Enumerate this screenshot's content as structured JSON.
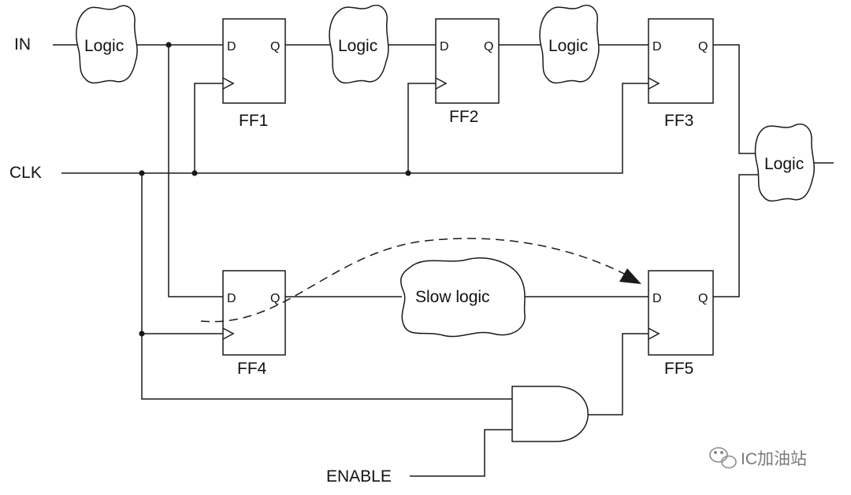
{
  "inputs": {
    "in": "IN",
    "clk": "CLK",
    "enable": "ENABLE"
  },
  "flip_flops": [
    {
      "name": "FF1",
      "d": "D",
      "q": "Q"
    },
    {
      "name": "FF2",
      "d": "D",
      "q": "Q"
    },
    {
      "name": "FF3",
      "d": "D",
      "q": "Q"
    },
    {
      "name": "FF4",
      "d": "D",
      "q": "Q"
    },
    {
      "name": "FF5",
      "d": "D",
      "q": "Q"
    }
  ],
  "logic_blocks": [
    "Logic",
    "Logic",
    "Logic",
    "Logic"
  ],
  "slow_logic": "Slow logic",
  "watermark": "IC加油站",
  "colors": {
    "line": "#1a1a1a",
    "watermark": "#7a7a7a"
  },
  "icons": [
    "wechat-icon"
  ]
}
